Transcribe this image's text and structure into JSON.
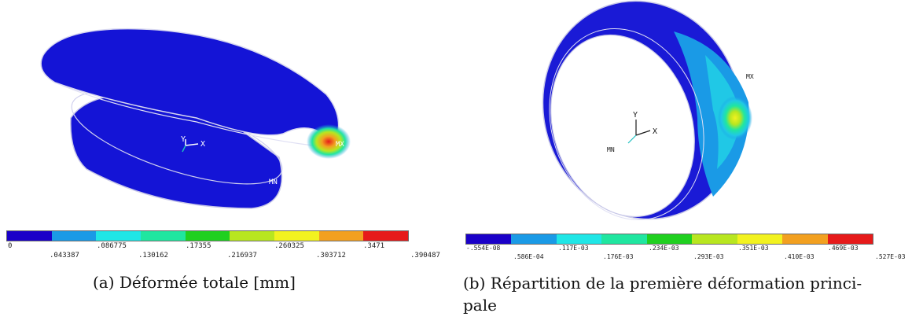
{
  "panel_a": {
    "labels": {
      "max": "MX",
      "min": "MN",
      "axis_x": "X",
      "axis_y": "Y"
    },
    "colorbar": {
      "colors": [
        "#1a00c8",
        "#1a9ae6",
        "#20e6e6",
        "#20e6a0",
        "#20d020",
        "#b8e620",
        "#f2f220",
        "#f2a020",
        "#e61a1a"
      ],
      "ticks_top": [
        "0",
        ".086775",
        ".17355",
        ".260325",
        ".3471"
      ],
      "ticks_bottom": [
        ".043387",
        ".130162",
        ".216937",
        ".303712",
        ".390487"
      ]
    },
    "caption": "(a) Déformée totale [mm]"
  },
  "panel_b": {
    "labels": {
      "max": "MX",
      "min": "MN",
      "axis_x": "X",
      "axis_y": "Y"
    },
    "colorbar": {
      "colors": [
        "#1a00c8",
        "#1a9ae6",
        "#20e6e6",
        "#20e6a0",
        "#20d020",
        "#b8e620",
        "#f2f220",
        "#f2a020",
        "#e61a1a"
      ],
      "ticks_top": [
        "-.554E-08",
        ".117E-03",
        ".234E-03",
        ".351E-03",
        ".469E-03"
      ],
      "ticks_bottom": [
        ".586E-04",
        ".176E-03",
        ".293E-03",
        ".410E-03",
        ".527E-03"
      ]
    },
    "caption_line1": "(b) Répartition de la première déformation princi-",
    "caption_line2": "pale"
  }
}
